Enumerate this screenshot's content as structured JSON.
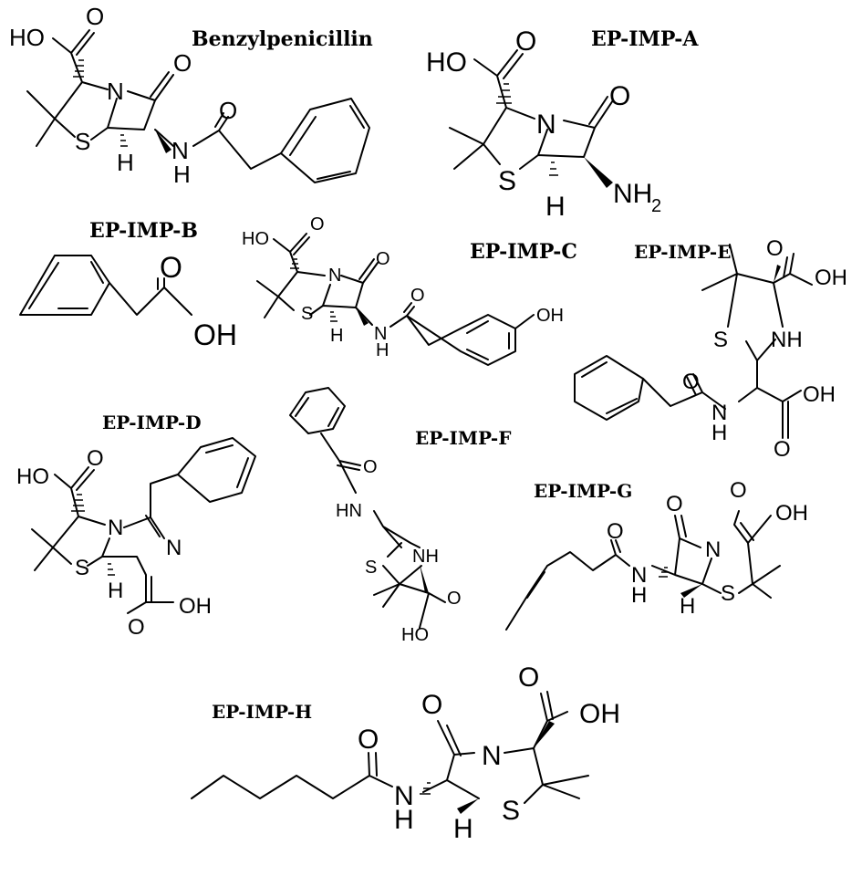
{
  "labels": {
    "benzylpenicillin": "Benzylpenicillin",
    "a": "EP-IMP-A",
    "b": "EP-IMP-B",
    "c": "EP-IMP-C",
    "d": "EP-IMP-D",
    "e": "EP-IMP-E",
    "f": "EP-IMP-F",
    "g": "EP-IMP-G",
    "h": "EP-IMP-H"
  },
  "atoms": {
    "ho": "HO",
    "oh": "OH",
    "o": "O",
    "n": "N",
    "s": "S",
    "h": "H",
    "nh": "NH",
    "hn": "HN",
    "nh2": "NH",
    "sub2": "2"
  }
}
